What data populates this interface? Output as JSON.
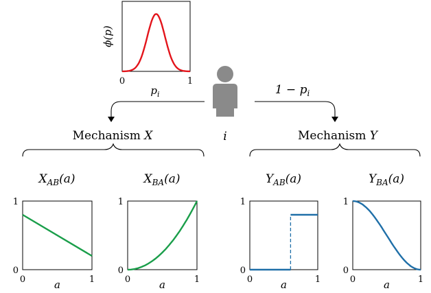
{
  "top_plot": {
    "ylabel": "ϕ(p)",
    "xlabel": "p",
    "xlabel_sub": "i",
    "tick_left": "0",
    "tick_right": "1",
    "curve_color": "#e3141b"
  },
  "person": {
    "icon": "person-icon",
    "label": "i",
    "color": "#8a8a8a"
  },
  "branch_right_label": {
    "prefix": "1 − p",
    "sub": "i"
  },
  "mechanism_x": {
    "label": "Mechanism ",
    "var": "X"
  },
  "mechanism_y": {
    "label": "Mechanism ",
    "var": "Y"
  },
  "panels": [
    {
      "title_main": "X",
      "title_sub": "AB",
      "title_arg": "(a)",
      "color": "#1a9e4a"
    },
    {
      "title_main": "X",
      "title_sub": "BA",
      "title_arg": "(a)",
      "color": "#1a9e4a"
    },
    {
      "title_main": "Y",
      "title_sub": "AB",
      "title_arg": "(a)",
      "color": "#1f6fa8"
    },
    {
      "title_main": "Y",
      "title_sub": "BA",
      "title_arg": "(a)",
      "color": "#1f6fa8"
    }
  ],
  "axis_ticks": {
    "y_top": "1",
    "y_bottom": "0",
    "x_left": "0",
    "x_right": "1",
    "xlabel": "a"
  },
  "chart_data": [
    {
      "type": "line",
      "name_ref": "X_AB(a)",
      "x": [
        0,
        1
      ],
      "y": [
        0.8,
        0.2
      ],
      "xlim": [
        0,
        1
      ],
      "ylim": [
        0,
        1
      ]
    },
    {
      "type": "line",
      "name_ref": "X_BA(a)",
      "x": [
        0,
        0.25,
        0.5,
        0.75,
        1
      ],
      "y": [
        0,
        0.1,
        0.35,
        0.65,
        1
      ],
      "xlim": [
        0,
        1
      ],
      "ylim": [
        0,
        1
      ]
    },
    {
      "type": "line",
      "name_ref": "Y_AB(a)",
      "x": [
        0,
        0.6,
        0.6,
        1
      ],
      "y": [
        0,
        0,
        0.8,
        0.8
      ],
      "xlim": [
        0,
        1
      ],
      "ylim": [
        0,
        1
      ]
    },
    {
      "type": "line",
      "name_ref": "Y_BA(a)",
      "x": [
        0,
        0.1,
        0.5,
        0.9,
        1
      ],
      "y": [
        1,
        0.98,
        0.5,
        0.02,
        0
      ],
      "xlim": [
        0,
        1
      ],
      "ylim": [
        0,
        1
      ]
    }
  ]
}
